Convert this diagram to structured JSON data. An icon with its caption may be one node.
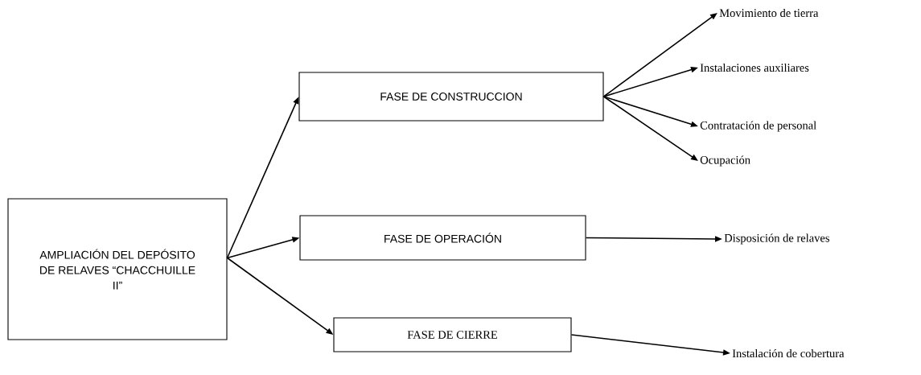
{
  "diagram": {
    "nodes": [
      {
        "text": [
          "AMPLIACIÓN DEL DEPÓSITO DE RELAVES “CHACCHUILLE II”"
        ]
      },
      {
        "text": [
          "FASE DE CONSTRUCCION"
        ]
      },
      {
        "text": [
          "FASE DE OPERACIÓN"
        ]
      },
      {
        "text": [
          "FASE DE CIERRE"
        ]
      },
      {
        "text": [
          "Movimiento de tierra"
        ]
      },
      {
        "text": [
          "Instalaciones auxiliares"
        ]
      },
      {
        "text": [
          "Contratación de personal"
        ]
      },
      {
        "text": [
          "Ocupación"
        ]
      },
      {
        "text": [
          "Disposición de relaves"
        ]
      },
      {
        "text": [
          "Instalación de cobertura"
        ]
      }
    ],
    "edges": [
      {
        "from": 0,
        "to": 1,
        "arrow": "to"
      },
      {
        "from": 0,
        "to": 2,
        "arrow": "to"
      },
      {
        "from": 0,
        "to": 3,
        "arrow": "to"
      },
      {
        "from": 1,
        "to": 4,
        "arrow": "to"
      },
      {
        "from": 1,
        "to": 5,
        "arrow": "to"
      },
      {
        "from": 1,
        "to": 6,
        "arrow": "to"
      },
      {
        "from": 1,
        "to": 7,
        "arrow": "to"
      },
      {
        "from": 2,
        "to": 8,
        "arrow": "to"
      },
      {
        "from": 3,
        "to": 9,
        "arrow": "to"
      }
    ]
  }
}
